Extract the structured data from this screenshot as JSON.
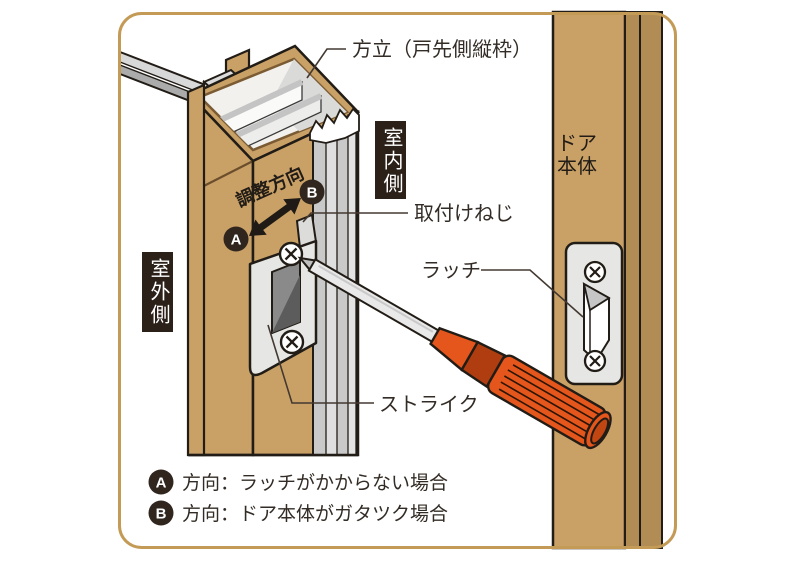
{
  "diagram": {
    "title_context": "door strike adjustment diagram",
    "labels": {
      "frame_callout": "方立（戸先側縦枠）",
      "mounting_screw": "取付けねじ",
      "latch": "ラッチ",
      "strike": "ストライク",
      "indoor": "室内側",
      "outdoor": "室外側",
      "door1": "ドア",
      "door2": "本体",
      "adjust": "調整方向"
    },
    "badges": {
      "a": "A",
      "b": "B"
    },
    "legend": {
      "a_badge": "A",
      "a_text": "方向：ラッチがかからない場合",
      "b_badge": "B",
      "b_text": "方向：ドア本体がガタツク場合"
    },
    "colors": {
      "border": "#C49A57",
      "wood": "#C9A167",
      "wood_dark": "#B28C55",
      "rim_inner_edge": "#7B5B33",
      "plate": "#E6E6E4",
      "hole": "#8A8A8A",
      "hole_shadow": "#5C5C5C",
      "gray_light": "#D8D8D8",
      "gray_mid": "#ABABAB",
      "channel": "#C9C9C9",
      "orange": "#E4561B",
      "orange_dark": "#AF3D10",
      "badge_bg": "#30261D",
      "ink": "#221C16"
    }
  }
}
